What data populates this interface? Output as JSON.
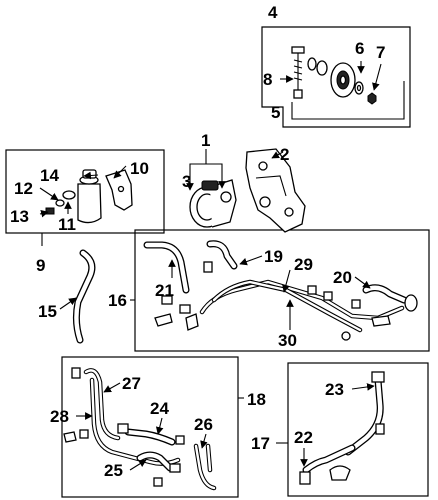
{
  "diagram": {
    "callouts": {
      "c1": "1",
      "c2": "2",
      "c3": "3",
      "c4": "4",
      "c5": "5",
      "c6": "6",
      "c7": "7",
      "c8": "8",
      "c9": "9",
      "c10": "10",
      "c11": "11",
      "c12": "12",
      "c13": "13",
      "c14": "14",
      "c15": "15",
      "c16": "16",
      "c17": "17",
      "c18": "18",
      "c19": "19",
      "c20": "20",
      "c21": "21",
      "c22": "22",
      "c23": "23",
      "c24": "24",
      "c25": "25",
      "c26": "26",
      "c27": "27",
      "c28": "28",
      "c29": "29",
      "c30": "30"
    }
  }
}
